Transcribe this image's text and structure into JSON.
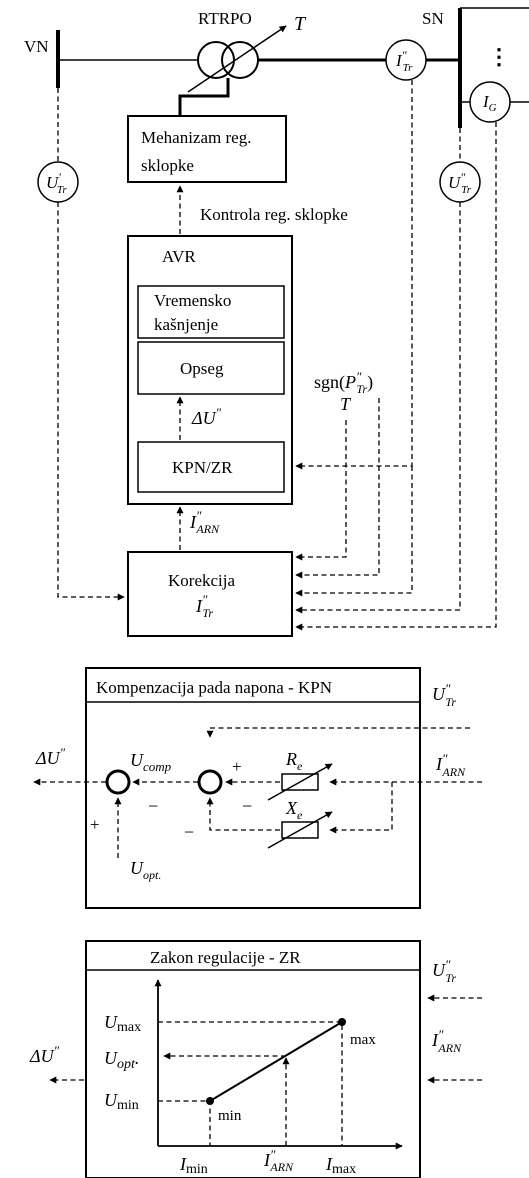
{
  "top": {
    "vn_label": "VN",
    "sn_label": "SN",
    "transformer_label": "RTRPO",
    "tap_T": "T",
    "ellipsis": "⋮",
    "meter_U_tr1": {
      "base": "U",
      "sup": "′",
      "sub": "Tr"
    },
    "meter_I_tr2": {
      "base": "I",
      "sup": "″",
      "sub": "Tr"
    },
    "meter_U_tr2": {
      "base": "U",
      "sup": "″",
      "sub": "Tr"
    },
    "meter_I_g": {
      "base": "I",
      "sub": "G"
    },
    "mechanism_line1": "Mehanizam reg.",
    "mechanism_line2": "sklopke",
    "control_label": "Kontrola reg. sklopke",
    "avr_label": "AVR",
    "delay_line1": "Vremensko",
    "delay_line2": "kašnjenje",
    "range_label": "Opseg",
    "delta_u": {
      "base": "ΔU",
      "sup": "″"
    },
    "kpn_zr_label": "KPN/ZR",
    "sgn_label": {
      "pre": "sgn(",
      "base": "P",
      "sup": "″",
      "sub": "Tr",
      "post": ")"
    },
    "t_signal": "T",
    "i_arn": {
      "base": "I",
      "sup": "″",
      "sub": "ARN"
    },
    "correction_line1": "Korekcija",
    "correction_i": {
      "base": "I",
      "sup": "″",
      "sub": "Tr"
    }
  },
  "kpn": {
    "title": "Kompenzacija pada napona - KPN",
    "u_tr_in": {
      "base": "U",
      "sup": "″",
      "sub": "Tr"
    },
    "i_arn_in": {
      "base": "I",
      "sup": "″",
      "sub": "ARN"
    },
    "delta_u_out": {
      "base": "ΔU",
      "sup": "″"
    },
    "u_comp": {
      "base": "U",
      "sub": "comp"
    },
    "re": {
      "base": "R",
      "sub": "e"
    },
    "xe": {
      "base": "X",
      "sub": "e"
    },
    "u_opt": {
      "base": "U",
      "sub": "opt."
    },
    "plus": "+",
    "minus": "−"
  },
  "zr": {
    "title": "Zakon regulacije - ZR",
    "u_tr_in": {
      "base": "U",
      "sup": "″",
      "sub": "Tr"
    },
    "i_arn_in": {
      "base": "I",
      "sup": "″",
      "sub": "ARN"
    },
    "delta_u_out": {
      "base": "ΔU",
      "sup": "″"
    },
    "u_max": {
      "base": "U",
      "sub": "max"
    },
    "u_opt": {
      "base": "U",
      "sub": "opt",
      "post": "."
    },
    "u_min": {
      "base": "U",
      "sub": "min"
    },
    "i_min": {
      "base": "I",
      "sub": "min"
    },
    "i_arn_axis": {
      "base": "I",
      "sup": "″",
      "sub": "ARN"
    },
    "i_max": {
      "base": "I",
      "sub": "max"
    },
    "point_max": "max",
    "point_min": "min"
  }
}
